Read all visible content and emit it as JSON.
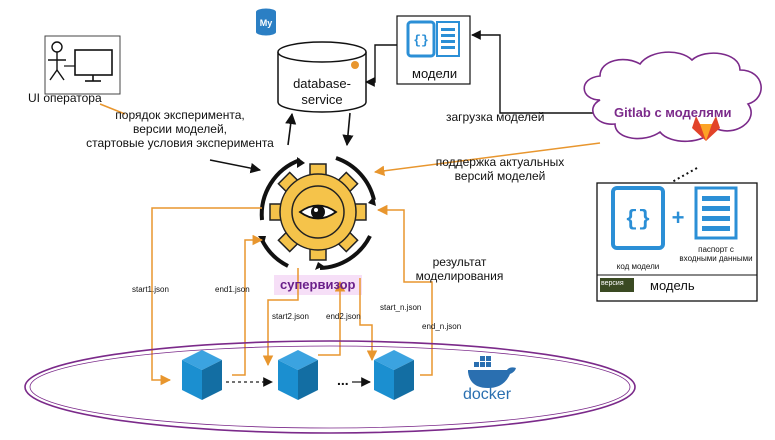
{
  "operator": {
    "label": "UI оператора"
  },
  "database": {
    "label": "database-service",
    "line1": "database-",
    "line2": "service",
    "mysql_icon": "mysql-icon"
  },
  "models_store": {
    "label": "модели"
  },
  "operator_message": {
    "line1": "порядок эксперимента,",
    "line2": "версии моделей,",
    "line3": "стартовые условия эксперимента"
  },
  "gitlab": {
    "label": "Gitlab с моделями",
    "icon": "gitlab-icon"
  },
  "gitlab_links": {
    "upload": "загрузка моделей",
    "support_line1": "поддержка актуальных",
    "support_line2": "версий моделей"
  },
  "supervisor": {
    "label": "супервизор",
    "icon": "gear-eye-icon"
  },
  "model_package": {
    "code_label": "код модели",
    "passport_line1": "паспорт с",
    "passport_line2": "входными данными",
    "version_tag": "версия",
    "title": "модель"
  },
  "result": {
    "line1": "результат",
    "line2": "моделирования"
  },
  "edges": {
    "start1": "start1.json",
    "end1": "end1.json",
    "start2": "start2.json",
    "end2": "end2.json",
    "start_n": "start_n.json",
    "end_n": "end_n.json"
  },
  "docker": {
    "label": "docker",
    "ellipsis": "..."
  },
  "colors": {
    "orange": "#e8962e",
    "gear_fill": "#f5c34a",
    "container_blue": "#1b8fd0",
    "container_blue_dark": "#136ea3",
    "code_blue": "#2b8fd6",
    "violet": "#7b2a8a",
    "supervisor_text": "#6a1f8a",
    "supervisor_bg": "#f6dff7",
    "version_bg": "#3a4a22",
    "docker_blue": "#2a6fb0"
  }
}
